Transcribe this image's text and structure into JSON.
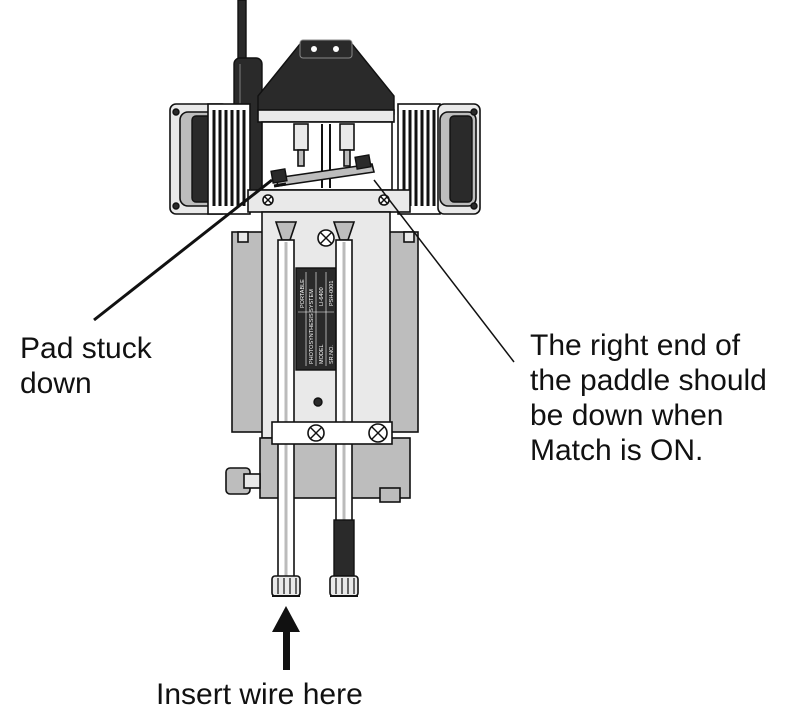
{
  "labels": {
    "pad_stuck": [
      "Pad stuck",
      "down"
    ],
    "paddle_note": [
      "The right end of",
      "the paddle should",
      "be down when",
      "Match is ON."
    ],
    "insert_wire": "Insert wire here"
  },
  "nameplate": {
    "line1": "PORTABLE",
    "line2": "PHOTOSYNTHESIS SYSTEM",
    "model_label": "MODEL",
    "model_value": "LI-6400",
    "serial_label": "SR.NO.",
    "serial_value": "PSH-0001"
  },
  "colors": {
    "ink": "#111111",
    "dark_part": "#2a2a2a",
    "light_part": "#e9e9e9",
    "mid_part": "#bdbdbd"
  }
}
